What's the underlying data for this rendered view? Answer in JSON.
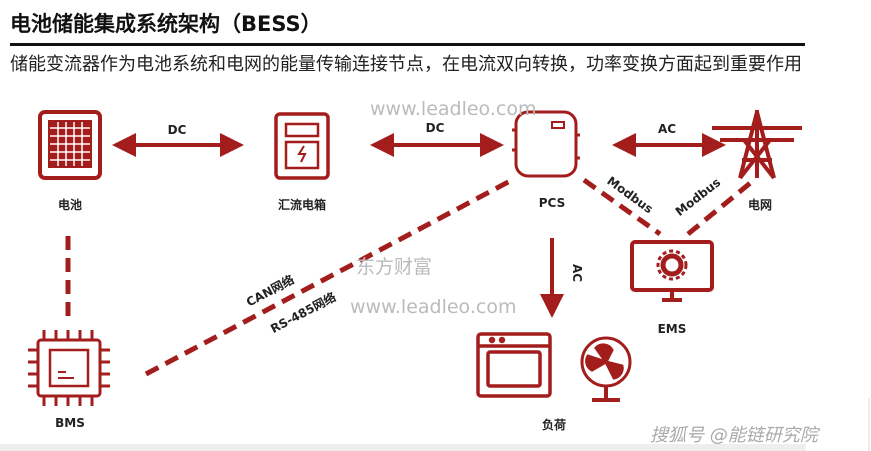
{
  "title": "电池储能集成系统架构（BESS）",
  "description": "储能变流器作为电池系统和电网的能量传输连接节点，在电流双向转换，功率变换方面起到重要作用",
  "nodes": {
    "battery": "电池",
    "combiner": "汇流电箱",
    "pcs": "PCS",
    "grid": "电网",
    "ems": "EMS",
    "bms": "BMS",
    "load": "负荷"
  },
  "links": {
    "dc1": "DC",
    "dc2": "DC",
    "ac1": "AC",
    "ac2": "AC",
    "modbus1": "Modbus",
    "modbus2": "Modbus",
    "can": "CAN网络",
    "rs485": "RS-485网络"
  },
  "watermarks": {
    "leadleo1": "www.leadleo.com",
    "leadleo2": "www.leadleo.com",
    "eastmoney": "东方财富",
    "sohu": "搜狐号 @能链研究院"
  },
  "colors": {
    "accent": "#a31d1d"
  }
}
